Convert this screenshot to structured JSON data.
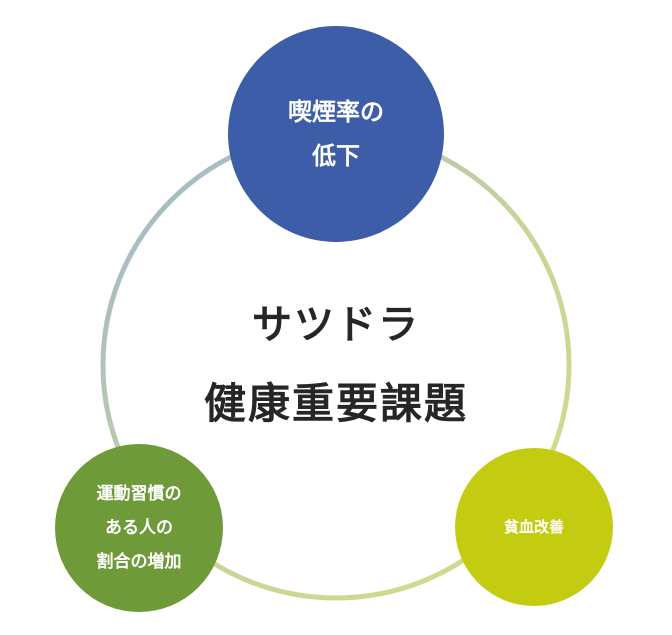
{
  "diagram": {
    "title_line1": "サツドラ",
    "title_line2": "健康重要課題",
    "nodes": {
      "top": {
        "lines": [
          "喫煙率の",
          "低下"
        ],
        "color": "#3d5da8"
      },
      "left": {
        "lines": [
          "運動習慣の",
          "ある人の",
          "割合の増加"
        ],
        "color": "#6f9a39"
      },
      "right": {
        "lines": [
          "貧血改善"
        ],
        "color": "#c4cc12"
      }
    },
    "ring_gradient": [
      "#9fb3d2",
      "#c6d69a",
      "#d5dc86"
    ]
  }
}
